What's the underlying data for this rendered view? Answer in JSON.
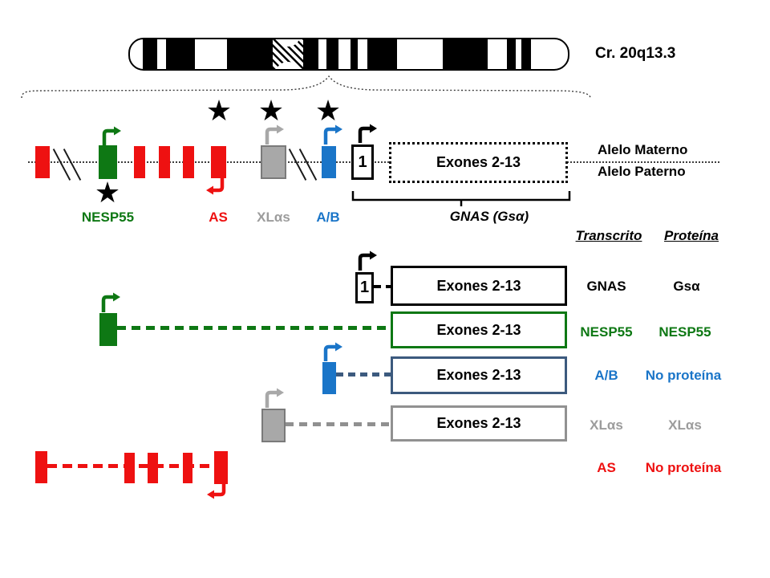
{
  "chromosome_label": "Cr. 20q13.3",
  "icons": {
    "star": "★"
  },
  "labels": {
    "exon1": "1",
    "exones": "Exones 2-13",
    "alelo_materno": "Alelo Materno",
    "alelo_paterno": "Alelo Paterno",
    "gene_nesp55": "NESP55",
    "gene_as": "AS",
    "gene_xlas": "XLαs",
    "gene_ab": "A/B",
    "gene_gnas": "GNAS (Gsα)"
  },
  "table": {
    "headers": {
      "transcript": "Transcrito",
      "protein": "Proteína"
    },
    "rows": [
      {
        "transcript": "GNAS",
        "protein": "Gsα"
      },
      {
        "transcript": "NESP55",
        "protein": "NESP55"
      },
      {
        "transcript": "A/B",
        "protein": "No proteína"
      },
      {
        "transcript": "XLαs",
        "protein": "XLαs"
      },
      {
        "transcript": "AS",
        "protein": "No proteína"
      }
    ]
  },
  "colors": {
    "green": "#0E7814",
    "red": "#EE1111",
    "blue": "#1A75C8",
    "slate": "#3C5A7E",
    "gray": "#A8A8A8",
    "graytext": "#9C9C9C",
    "grayborder": "#7A7A7A",
    "black": "#000000"
  }
}
